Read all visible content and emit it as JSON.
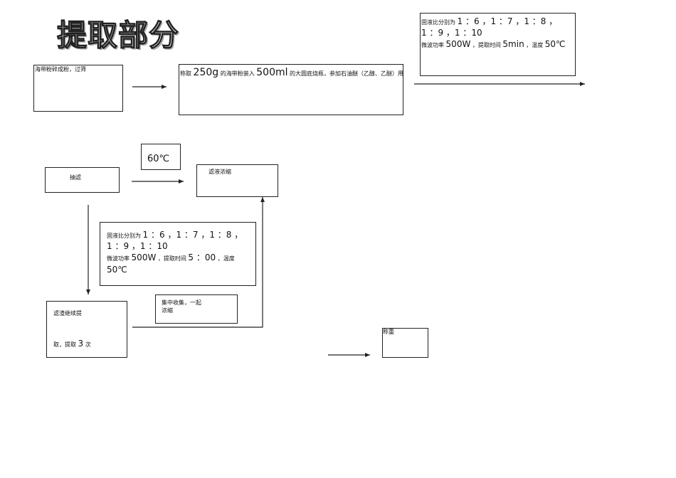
{
  "title": "提取部分",
  "boxes": {
    "grind": "海带粉碎成粉，过筛",
    "weigh_pre": "称取",
    "weigh_amount": "250g",
    "weigh_mid": "的海带粉装入",
    "weigh_flask": "500ml",
    "weigh_post": "的大圆底烧瓶，参加石油醚（乙醇、乙醚）用微波萃",
    "cond1_l1_pre": "固液比分别为",
    "cond1_l1_vals": "1 ：6 ，1 ：7 ，1 ：8 ，",
    "cond1_l2": "1 ：9 ，1 ：10",
    "cond1_l3_pre": "微波功率",
    "cond1_power": "500W",
    "cond1_l3_mid": "，提取时间",
    "cond1_time": "5min",
    "cond1_l3_mid2": "，温度",
    "cond1_temp": "50℃",
    "suction": "抽滤",
    "temp60": "60℃",
    "concentrate": "滤液浓缩",
    "cond2_l1_pre": "固液比分别为",
    "cond2_l1_vals": "1 ：6 ，1 ：7 ，1 ：8 ，",
    "cond2_l2": "1 ：9 ，1 ：10",
    "cond2_l3_pre": "微波功率",
    "cond2_power": "500W",
    "cond2_l3_mid": "，提取时间",
    "cond2_time": "5 ：00",
    "cond2_l3_mid2": "，温度",
    "cond2_temp": "50℃",
    "residue_l1": "滤渣继续提",
    "residue_l2_pre": "取，提取",
    "residue_count": "3",
    "residue_l2_post": "次",
    "collect_l1": "集中收集，一起",
    "collect_l2": "浓缩",
    "weighing": "称重"
  }
}
